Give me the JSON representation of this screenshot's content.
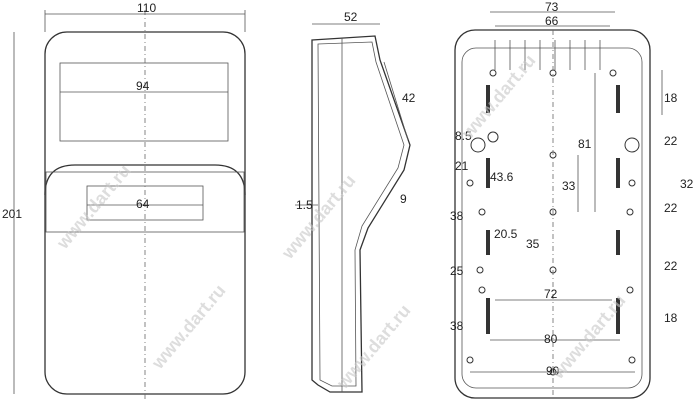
{
  "watermark": "www.dart.ru",
  "front": {
    "width": "110",
    "height": "201",
    "window_width": "94",
    "display_width": "64"
  },
  "side": {
    "depth": "52",
    "wall": "1.5",
    "slope": "42",
    "step": "9"
  },
  "back": {
    "top_outer": "73",
    "top_inner": "66",
    "left_top": "8.5",
    "left_upper": "21",
    "left_mid": "38",
    "left_low": "25",
    "left_bottom": "38",
    "center_a": "81",
    "center_b": "43.6",
    "center_c": "33",
    "center_d": "20.5",
    "center_e": "35",
    "bottom_a": "72",
    "bottom_b": "80",
    "bottom_c": "90",
    "right_a": "18",
    "right_b": "22",
    "right_c": "32",
    "right_d": "22",
    "right_e": "22",
    "right_f": "18"
  }
}
